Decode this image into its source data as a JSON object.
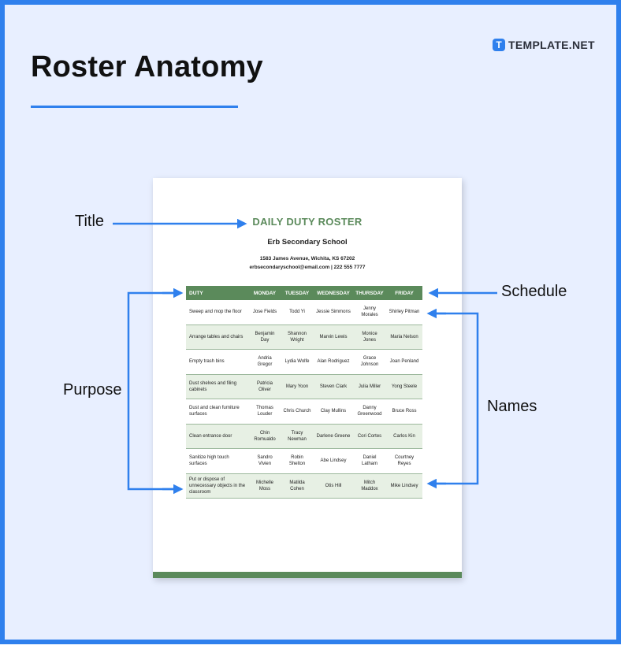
{
  "heading": "Roster Anatomy",
  "brand": {
    "icon": "T",
    "name": "TEMPLATE.NET"
  },
  "labels": {
    "title": "Title",
    "schedule": "Schedule",
    "purpose": "Purpose",
    "names": "Names"
  },
  "document": {
    "title": "DAILY DUTY ROSTER",
    "school": "Erb Secondary School",
    "address": "1583 James Avenue, Wichita, KS 67202",
    "contact": "erbsecondaryschool@email.com | 222 555 7777",
    "columns": [
      "DUTY",
      "MONDAY",
      "TUESDAY",
      "WEDNESDAY",
      "THURSDAY",
      "FRIDAY"
    ],
    "rows": [
      [
        "Sweep and mop the floor",
        "Jose Fields",
        "Todd Yi",
        "Jessie Simmons",
        "Jenny Morales",
        "Shirley Pitman"
      ],
      [
        "Arrange tables and chairs",
        "Benjamin Day",
        "Shannon Wright",
        "Marvin Lewis",
        "Monice Jones",
        "Maria Nelson"
      ],
      [
        "Empty trash bins",
        "Andria Gregor",
        "Lydia Wolfe",
        "Alan Rodriguez",
        "Grace Johnson",
        "Joan Penland"
      ],
      [
        "Dust shelves and filing cabinets",
        "Patricia Oliver",
        "Mary Yoon",
        "Steven Clark",
        "Julia Miller",
        "Yong Steele"
      ],
      [
        "Dust and clean furniture surfaces",
        "Thomas Louder",
        "Chris Church",
        "Clay Mullins",
        "Danny Greenwood",
        "Bruce Ross"
      ],
      [
        "Clean entrance door",
        "Chin Romualdo",
        "Tracy Newman",
        "Darlene Greene",
        "Cori Cortes",
        "Carlos Kin"
      ],
      [
        "Sanitize high touch surfaces",
        "Sandro Vivien",
        "Robin Shelton",
        "Abe Lindsey",
        "Daniel Latham",
        "Courtney Reyes"
      ],
      [
        "Put or dispose of unnecessary objects in the classroom",
        "Michelle Moss",
        "Matilda Cohen",
        "Otis Hill",
        "Mitch Maddox",
        "Mike Lindsey"
      ]
    ]
  },
  "colors": {
    "accent": "#2f80ed",
    "background": "#e8efff",
    "roster_green": "#5b8a5b",
    "row_tint": "#e7f0e4"
  }
}
